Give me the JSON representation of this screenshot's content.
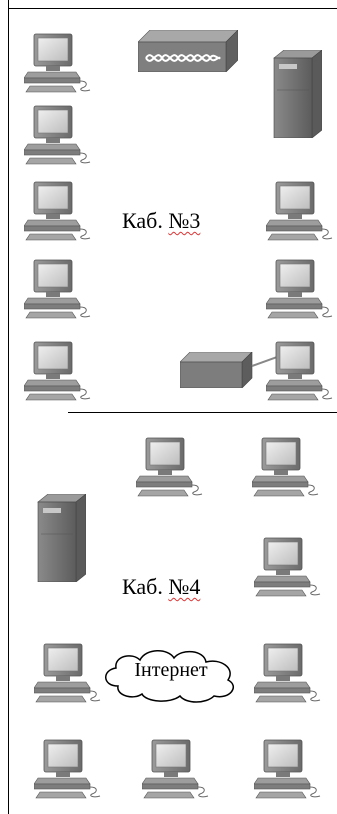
{
  "rooms": [
    {
      "name": "Каб. №3",
      "prefix": "Каб.",
      "number": "№3"
    },
    {
      "name": "Каб. №4",
      "prefix": "Каб.",
      "number": "№4"
    }
  ],
  "cloud": {
    "label": "Інтернет"
  },
  "icons": {
    "computer": "computer-icon",
    "server": "server-icon",
    "hub": "hub-icon",
    "switch": "switch-icon",
    "cloud": "cloud-icon"
  },
  "colors": {
    "device_gray": "#8e8e8e",
    "device_dark": "#6e6e6e",
    "screen": "#d9d9d9",
    "line": "#000000"
  }
}
